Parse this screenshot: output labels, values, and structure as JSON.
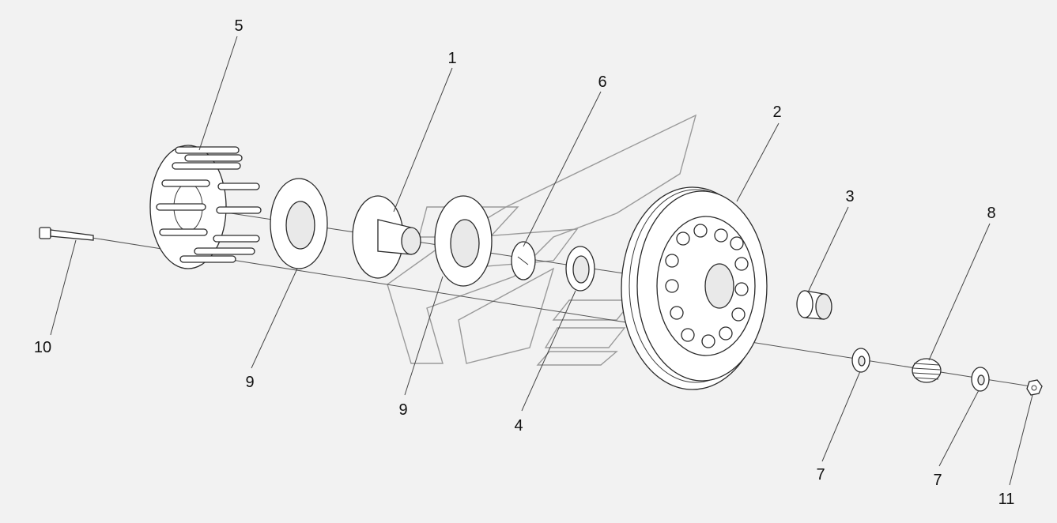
{
  "callouts": [
    {
      "id": "c5",
      "label": "5"
    },
    {
      "id": "c1",
      "label": "1"
    },
    {
      "id": "c6",
      "label": "6"
    },
    {
      "id": "c2",
      "label": "2"
    },
    {
      "id": "c3",
      "label": "3"
    },
    {
      "id": "c8",
      "label": "8"
    },
    {
      "id": "c10",
      "label": "10"
    },
    {
      "id": "c9a",
      "label": "9"
    },
    {
      "id": "c9b",
      "label": "9"
    },
    {
      "id": "c4",
      "label": "4"
    },
    {
      "id": "c7a",
      "label": "7"
    },
    {
      "id": "c7b",
      "label": "7"
    },
    {
      "id": "c11",
      "label": "11"
    }
  ]
}
